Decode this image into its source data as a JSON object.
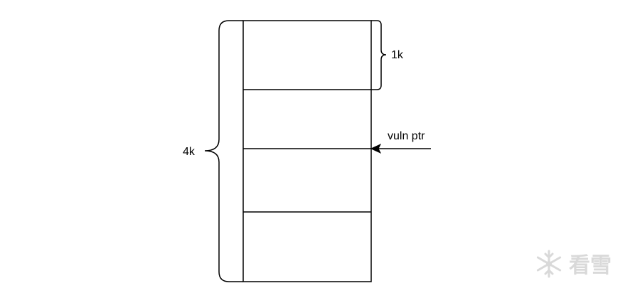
{
  "diagram": {
    "labels": {
      "total_size": "4k",
      "chunk_size": "1k",
      "pointer": "vuln ptr"
    },
    "blocks": 4
  },
  "watermark": {
    "text": "看雪",
    "icon": "snowflake-icon"
  },
  "colors": {
    "stroke": "#000000",
    "watermark": "#d9d9d9"
  }
}
